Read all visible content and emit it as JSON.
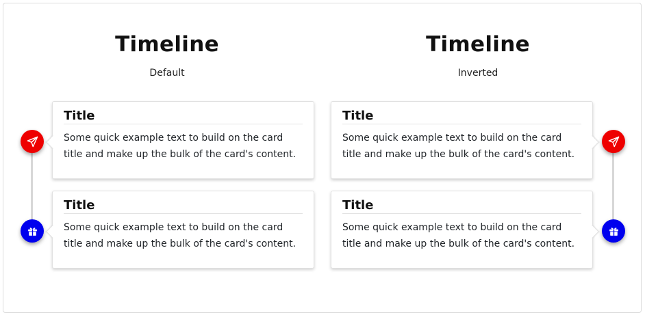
{
  "colors": {
    "send_badge": "#ee0000",
    "gift_badge": "#0000ee"
  },
  "default_timeline": {
    "title": "Timeline",
    "subtitle": "Default",
    "items": [
      {
        "title": "Title",
        "text": "Some quick example text to build on the card title and make up the bulk of the card's content.",
        "icon": "send-icon"
      },
      {
        "title": "Title",
        "text": "Some quick example text to build on the card title and make up the bulk of the card's content.",
        "icon": "gift-icon"
      }
    ]
  },
  "inverted_timeline": {
    "title": "Timeline",
    "subtitle": "Inverted",
    "items": [
      {
        "title": "Title",
        "text": "Some quick example text to build on the card title and make up the bulk of the card's content.",
        "icon": "send-icon"
      },
      {
        "title": "Title",
        "text": "Some quick example text to build on the card title and make up the bulk of the card's content.",
        "icon": "gift-icon"
      }
    ]
  }
}
